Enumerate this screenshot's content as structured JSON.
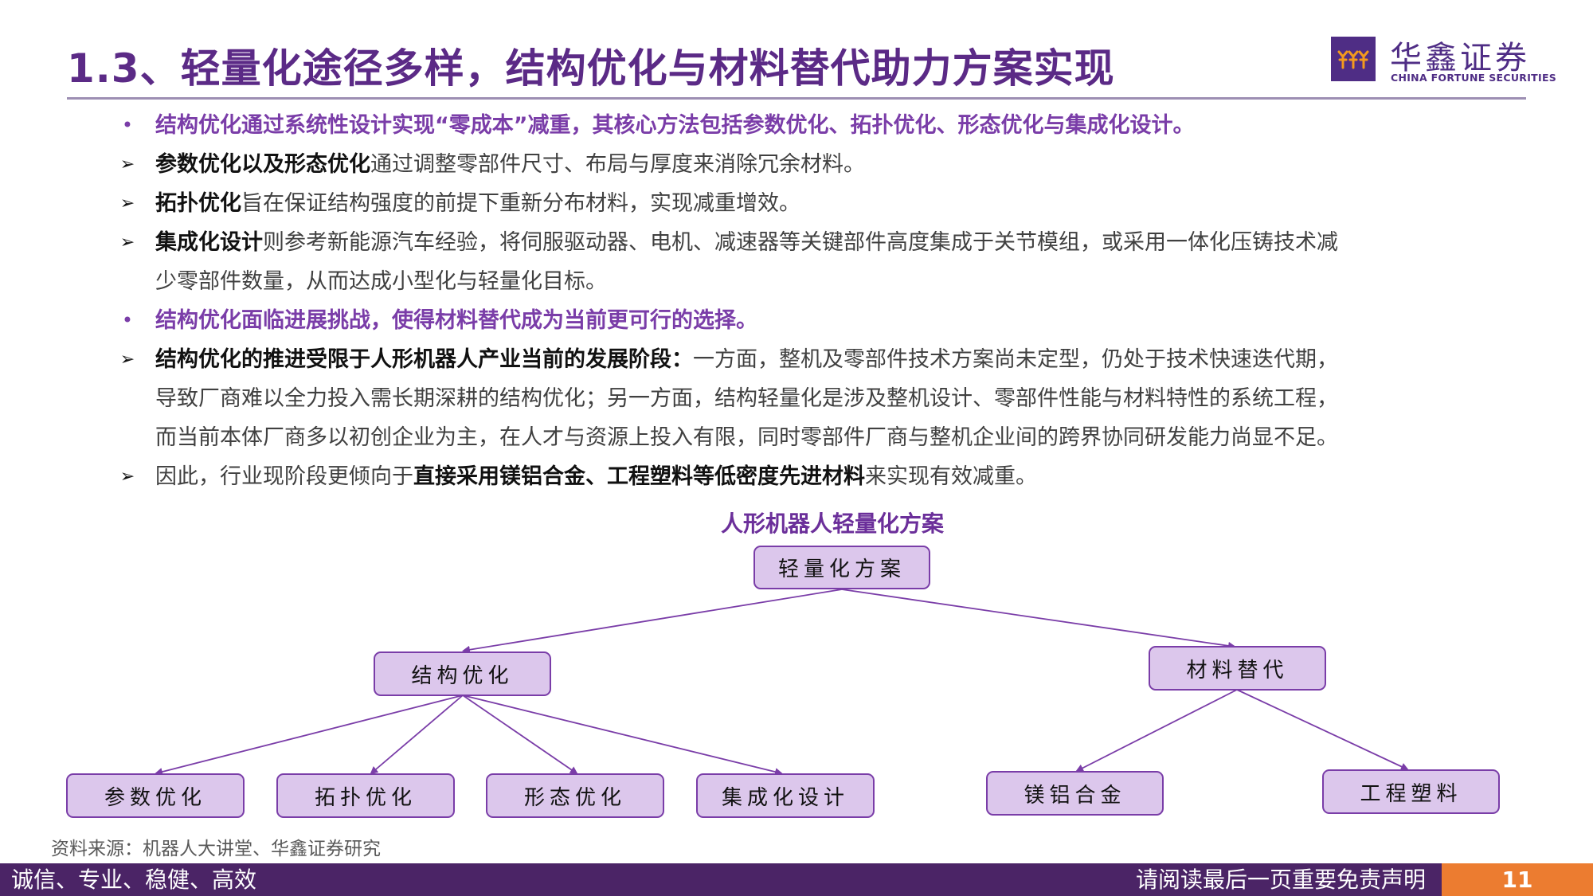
{
  "header": {
    "title": "1.3、轻量化途径多样，结构优化与材料替代助力方案实现",
    "logo": {
      "icon": "three-figures-icon",
      "name_cn": "华鑫证券",
      "name_en": "CHINA FORTUNE SECURITIES"
    }
  },
  "bullets": [
    {
      "type": "dot",
      "segments": [
        {
          "style": "purple",
          "text": "结构优化通过系统性设计实现“零成本”减重，其核心方法包括参数优化、拓扑优化、形态优化与集成化设计。"
        }
      ]
    },
    {
      "type": "arrow",
      "segments": [
        {
          "style": "bold",
          "text": "参数优化以及形态优化"
        },
        {
          "style": "plain",
          "text": "通过调整零部件尺寸、布局与厚度来消除冗余材料。"
        }
      ]
    },
    {
      "type": "arrow",
      "segments": [
        {
          "style": "bold",
          "text": "拓扑优化"
        },
        {
          "style": "plain",
          "text": "旨在保证结构强度的前提下重新分布材料，实现减重增效。"
        }
      ]
    },
    {
      "type": "arrow",
      "segments": [
        {
          "style": "bold",
          "text": "集成化设计"
        },
        {
          "style": "plain",
          "text": "则参考新能源汽车经验，将伺服驱动器、电机、减速器等关键部件高度集成于关节模组，或采用一体化压铸技术减"
        }
      ]
    },
    {
      "type": "none",
      "segments": [
        {
          "style": "plain",
          "text": "少零部件数量，从而达成小型化与轻量化目标。"
        }
      ]
    },
    {
      "type": "dot",
      "segments": [
        {
          "style": "purple",
          "text": "结构优化面临进展挑战，使得材料替代成为当前更可行的选择。"
        }
      ]
    },
    {
      "type": "arrow",
      "segments": [
        {
          "style": "bold",
          "text": "结构优化的推进受限于人形机器人产业当前的发展阶段："
        },
        {
          "style": "plain",
          "text": "一方面，整机及零部件技术方案尚未定型，仍处于技术快速迭代期，"
        }
      ]
    },
    {
      "type": "none",
      "segments": [
        {
          "style": "plain",
          "text": "导致厂商难以全力投入需长期深耕的结构优化；另一方面，结构轻量化是涉及整机设计、零部件性能与材料特性的系统工程，"
        }
      ]
    },
    {
      "type": "none",
      "segments": [
        {
          "style": "plain",
          "text": "而当前本体厂商多以初创企业为主，在人才与资源上投入有限，同时零部件厂商与整机企业间的跨界协同研发能力尚显不足。"
        }
      ]
    },
    {
      "type": "arrow",
      "segments": [
        {
          "style": "plain",
          "text": "因此，行业现阶段更倾向于"
        },
        {
          "style": "bold",
          "text": "直接采用镁铝合金、工程塑料等低密度先进材料"
        },
        {
          "style": "plain",
          "text": "来实现有效减重。"
        }
      ]
    }
  ],
  "diagram": {
    "title": "人形机器人轻量化方案",
    "root": "轻量化方案",
    "branches": [
      {
        "label": "结构优化",
        "children": [
          "参数优化",
          "拓扑优化",
          "形态优化",
          "集成化设计"
        ]
      },
      {
        "label": "材料替代",
        "children": [
          "镁铝合金",
          "工程塑料"
        ]
      }
    ],
    "colors": {
      "node_fill": "#dcc7ec",
      "node_border": "#7a3da8",
      "edge": "#7a3da8"
    }
  },
  "source": "资料来源：机器人大讲堂、华鑫证券研究",
  "footer": {
    "slogan": "诚信、专业、稳健、高效",
    "disclaimer": "请阅读最后一页重要免责声明",
    "page_number": "11",
    "colors": {
      "bar": "#4b2466",
      "page_box": "#ec7c30"
    }
  }
}
